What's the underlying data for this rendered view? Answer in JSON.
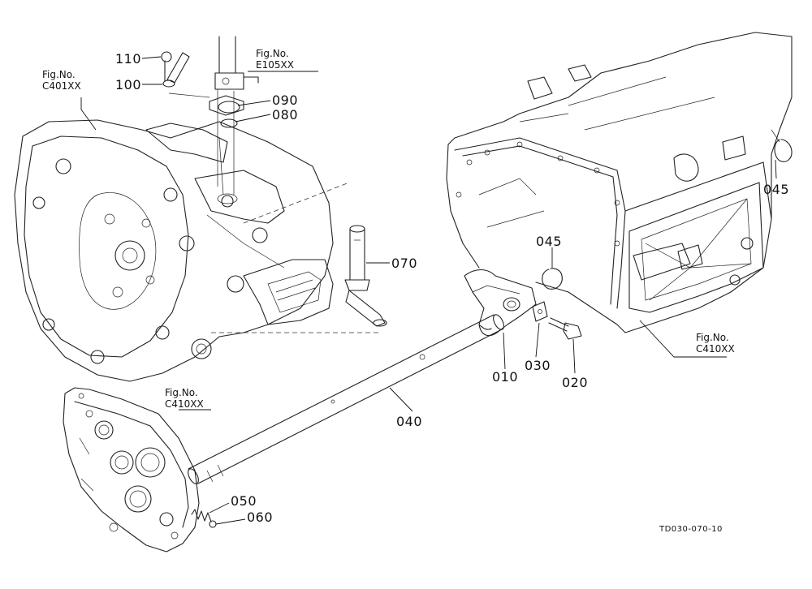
{
  "diagram": {
    "parts": [
      {
        "id": "p110",
        "number": "110"
      },
      {
        "id": "p100",
        "number": "100"
      },
      {
        "id": "p090",
        "number": "090"
      },
      {
        "id": "p080",
        "number": "080"
      },
      {
        "id": "p070",
        "number": "070"
      },
      {
        "id": "p045a",
        "number": "045"
      },
      {
        "id": "p045b",
        "number": "045"
      },
      {
        "id": "p010",
        "number": "010"
      },
      {
        "id": "p030",
        "number": "030"
      },
      {
        "id": "p020",
        "number": "020"
      },
      {
        "id": "p040",
        "number": "040"
      },
      {
        "id": "p050",
        "number": "050"
      },
      {
        "id": "p060",
        "number": "060"
      }
    ],
    "figure_refs": [
      {
        "id": "c401",
        "line1": "Fig.No.",
        "line2": "C401XX"
      },
      {
        "id": "e105",
        "line1": "Fig.No.",
        "line2": "E105XX"
      },
      {
        "id": "c410r",
        "line1": "Fig.No.",
        "line2": "C410XX"
      },
      {
        "id": "c410l",
        "line1": "Fig.No.",
        "line2": "C410XX"
      }
    ],
    "drawing_code": "TD030-070-10"
  }
}
